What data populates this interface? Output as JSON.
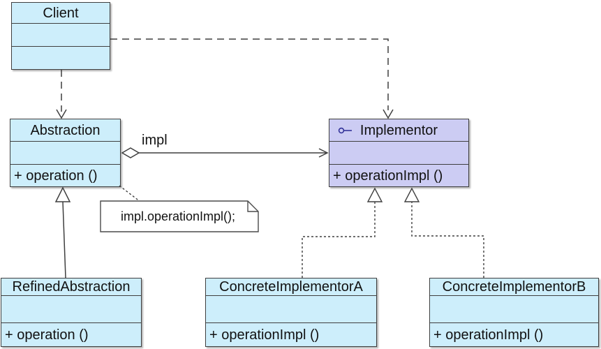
{
  "diagram": {
    "kind": "uml-class-diagram",
    "pattern": "Bridge",
    "colors": {
      "class_fill": "#cdeefb",
      "interface_fill": "#ccccf3",
      "line": "#3f3f3f",
      "interface_icon": "#333399",
      "background": "#ffffff",
      "note_fill": "#ffffff"
    },
    "classes": {
      "client": {
        "name": "Client",
        "attributes": "",
        "operations": ""
      },
      "abstraction": {
        "name": "Abstraction",
        "attributes": "",
        "operations": "+ operation ()"
      },
      "implementor": {
        "name": "Implementor",
        "attributes": "",
        "operations": "+ operationImpl ()",
        "icon": "interface-lollipop-icon"
      },
      "refined_abstraction": {
        "name": "RefinedAbstraction",
        "attributes": "",
        "operations": "+ operation ()"
      },
      "concrete_implementor_a": {
        "name": "ConcreteImplementorA",
        "attributes": "",
        "operations": "+ operationImpl ()"
      },
      "concrete_implementor_b": {
        "name": "ConcreteImplementorB",
        "attributes": "",
        "operations": "+ operationImpl ()"
      }
    },
    "note": {
      "text": "impl.operationImpl();"
    },
    "labels": {
      "aggregation_role": "impl"
    },
    "relationships": [
      {
        "type": "dependency-dashed-arrow",
        "from": "Client",
        "to": "Abstraction"
      },
      {
        "type": "dependency-dashed-arrow",
        "from": "Client",
        "to": "Implementor"
      },
      {
        "type": "aggregation-open-arrow",
        "from": "Abstraction",
        "to": "Implementor",
        "label": "impl"
      },
      {
        "type": "generalization-solid-triangle",
        "from": "RefinedAbstraction",
        "to": "Abstraction"
      },
      {
        "type": "realization-dotted-triangle",
        "from": "ConcreteImplementorA",
        "to": "Implementor"
      },
      {
        "type": "realization-dotted-triangle",
        "from": "ConcreteImplementorB",
        "to": "Implementor"
      },
      {
        "type": "note-anchor-dotted",
        "from": "note",
        "to": "Abstraction.operation"
      }
    ]
  }
}
